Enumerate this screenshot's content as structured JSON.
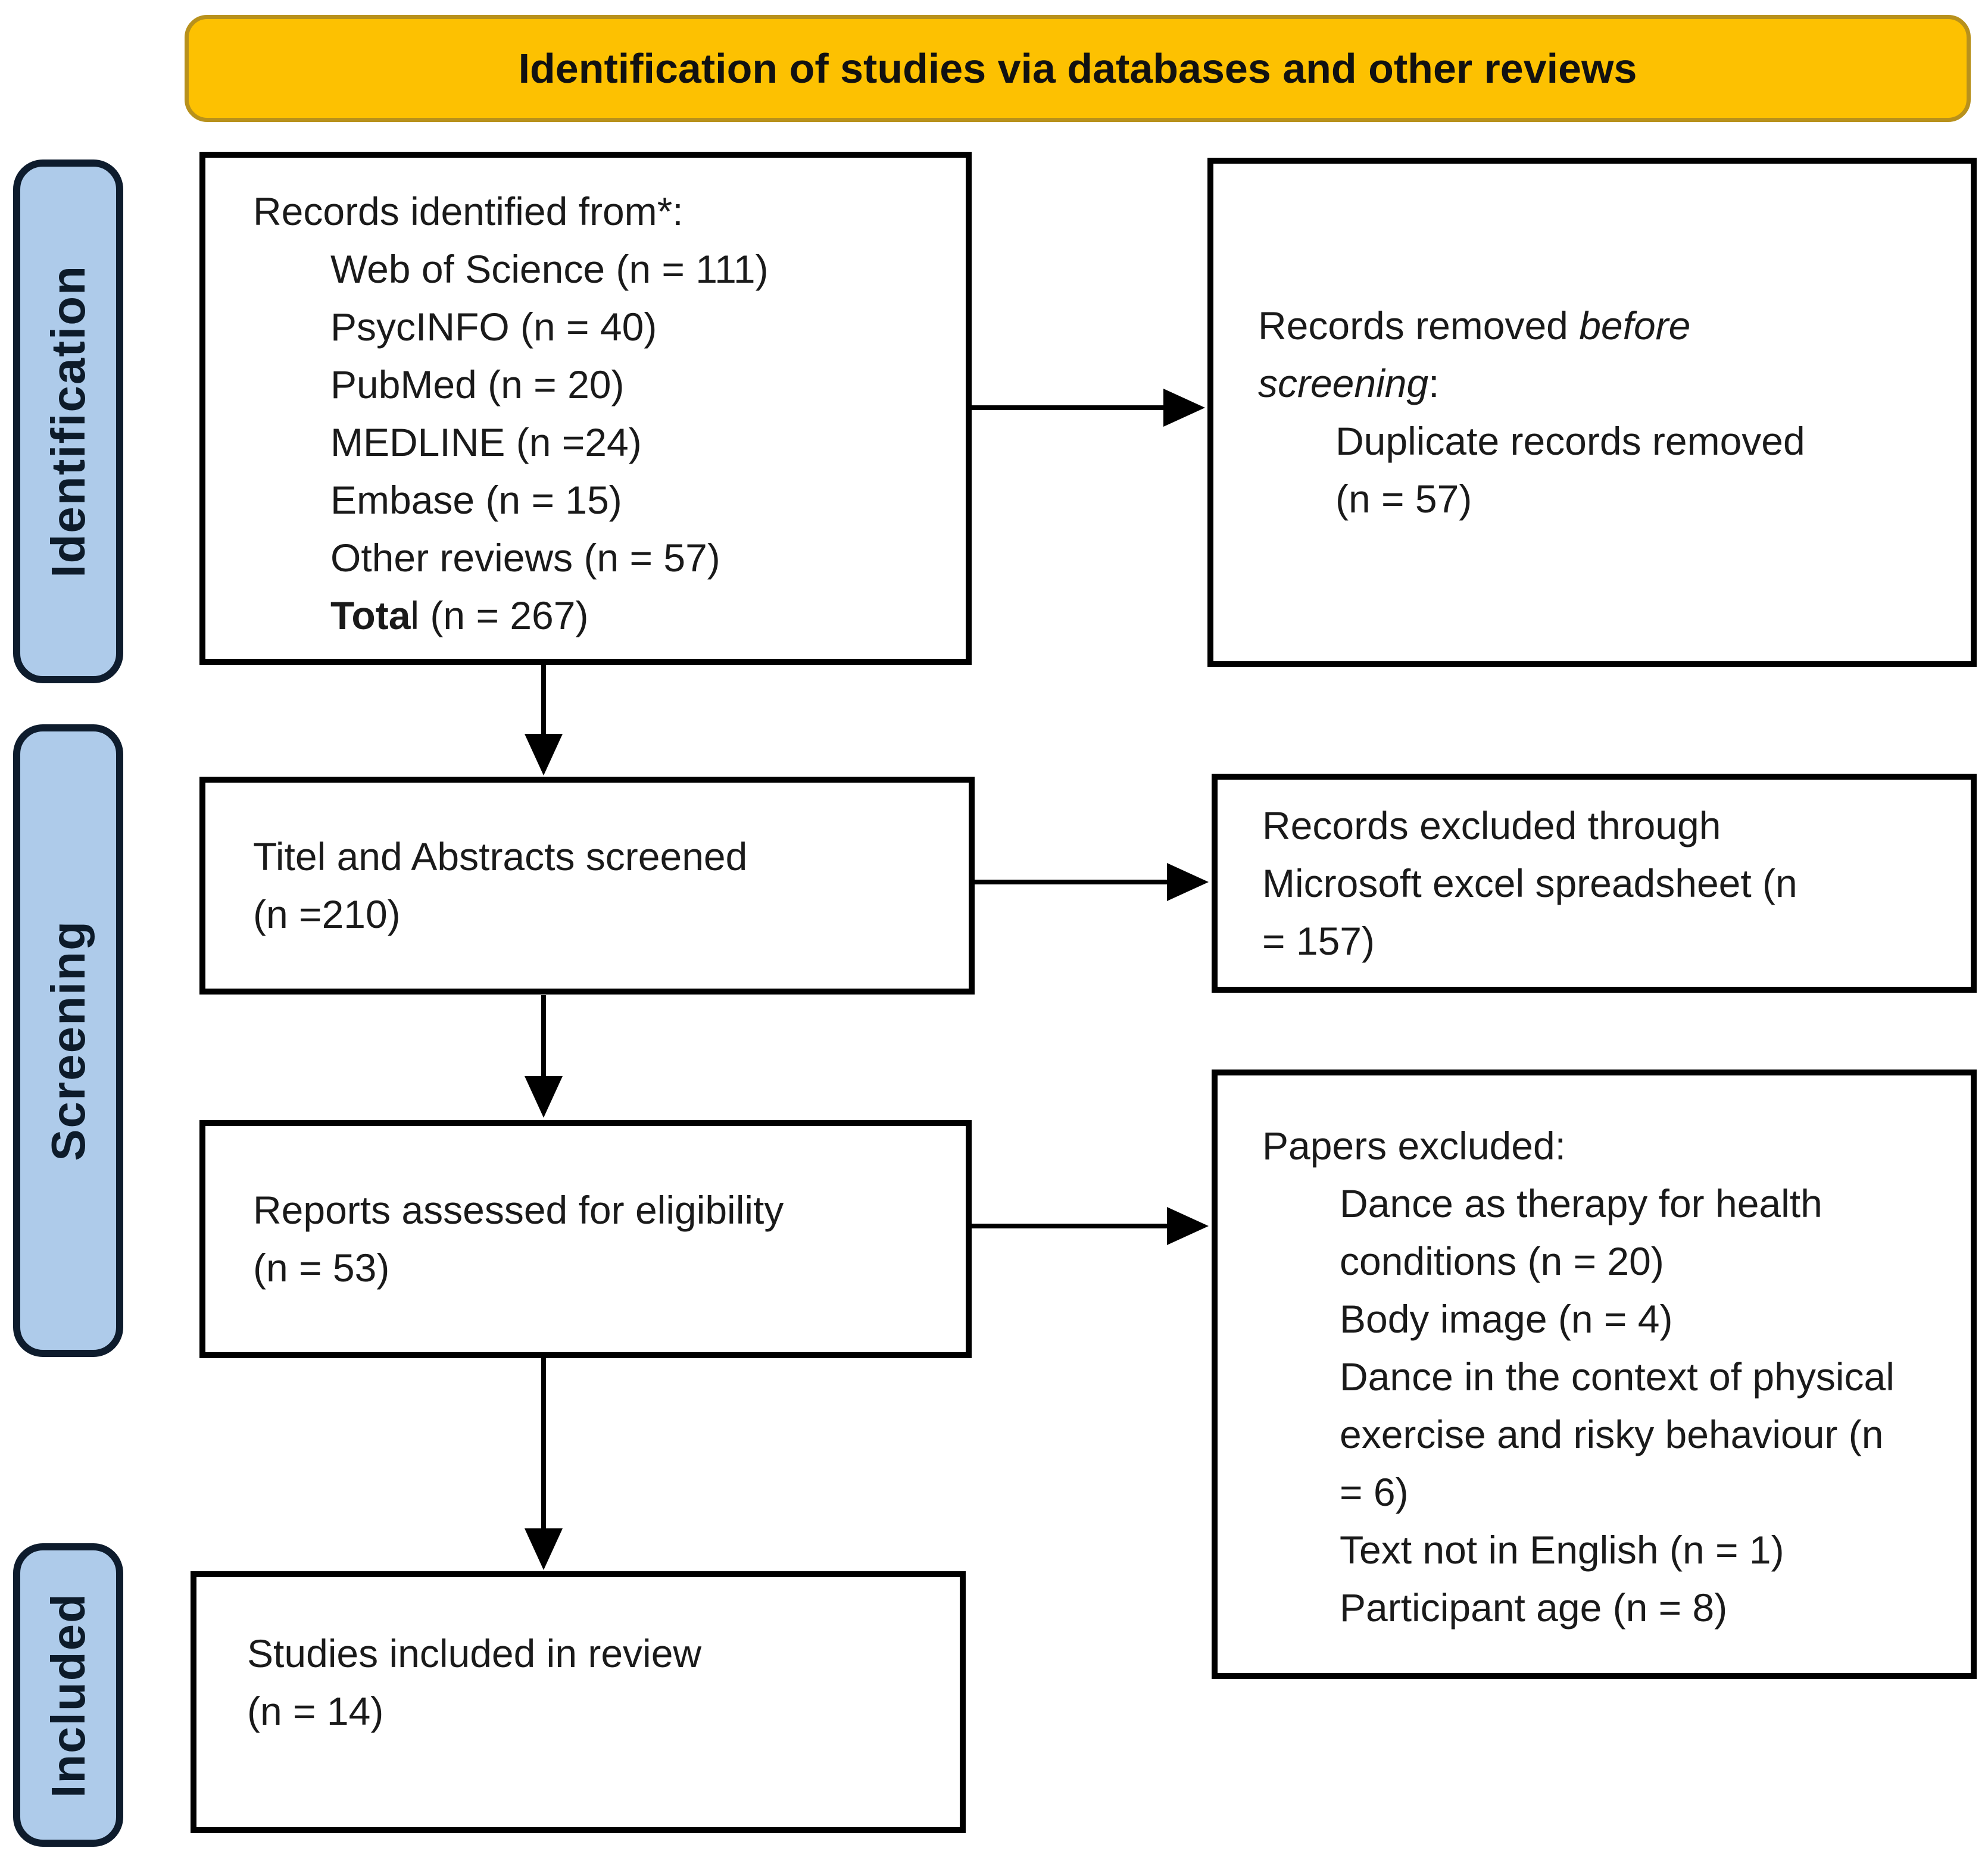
{
  "banner": {
    "text": "Identification of studies via databases and other reviews"
  },
  "side_labels": {
    "identification": "Identification",
    "screening": "Screening",
    "included": "Included"
  },
  "boxes": {
    "identified": {
      "heading": "Records identified from*:",
      "items": [
        "Web of Science (n = 111)",
        "PsycINFO (n = 40)",
        "PubMed (n = 20)",
        "MEDLINE (n =24)",
        "Embase (n = 15)",
        "Other reviews (n = 57)"
      ],
      "total": {
        "bold": "Tota",
        "rest": "l (n = 267)"
      }
    },
    "removed_before_screening": {
      "lead": "Records removed ",
      "lead_italic": "before screening",
      "lead_suffix": ":",
      "item": "Duplicate records removed (n = 57)"
    },
    "title_abstract_screened": {
      "line1": "Titel and Abstracts screened",
      "line2": "(n =210)"
    },
    "records_excluded": {
      "text": "Records excluded through Microsoft excel spreadsheet (n = 157)"
    },
    "reports_assessed": {
      "line1": "Reports assessed for eligibility",
      "line2": "(n = 53)"
    },
    "papers_excluded": {
      "heading": "Papers excluded:",
      "items": [
        "Dance as therapy for health conditions (n = 20)",
        "Body image (n = 4)",
        "Dance in the context of physical exercise and risky behaviour (n = 6)",
        "Text not in English (n = 1)",
        "Participant age (n = 8)"
      ]
    },
    "studies_included": {
      "line1": "Studies included in review",
      "line2": "(n = 14)"
    }
  },
  "colors": {
    "banner_bg": "#FDC101",
    "banner_border": "#B8911C",
    "label_bg": "#AECBEA",
    "label_border": "#0E1C2D",
    "label_text": "#0D1B2A",
    "box_border": "#000000",
    "box_bg": "#FFFFFF",
    "arrow": "#000000",
    "text": "#1A1A1A"
  }
}
